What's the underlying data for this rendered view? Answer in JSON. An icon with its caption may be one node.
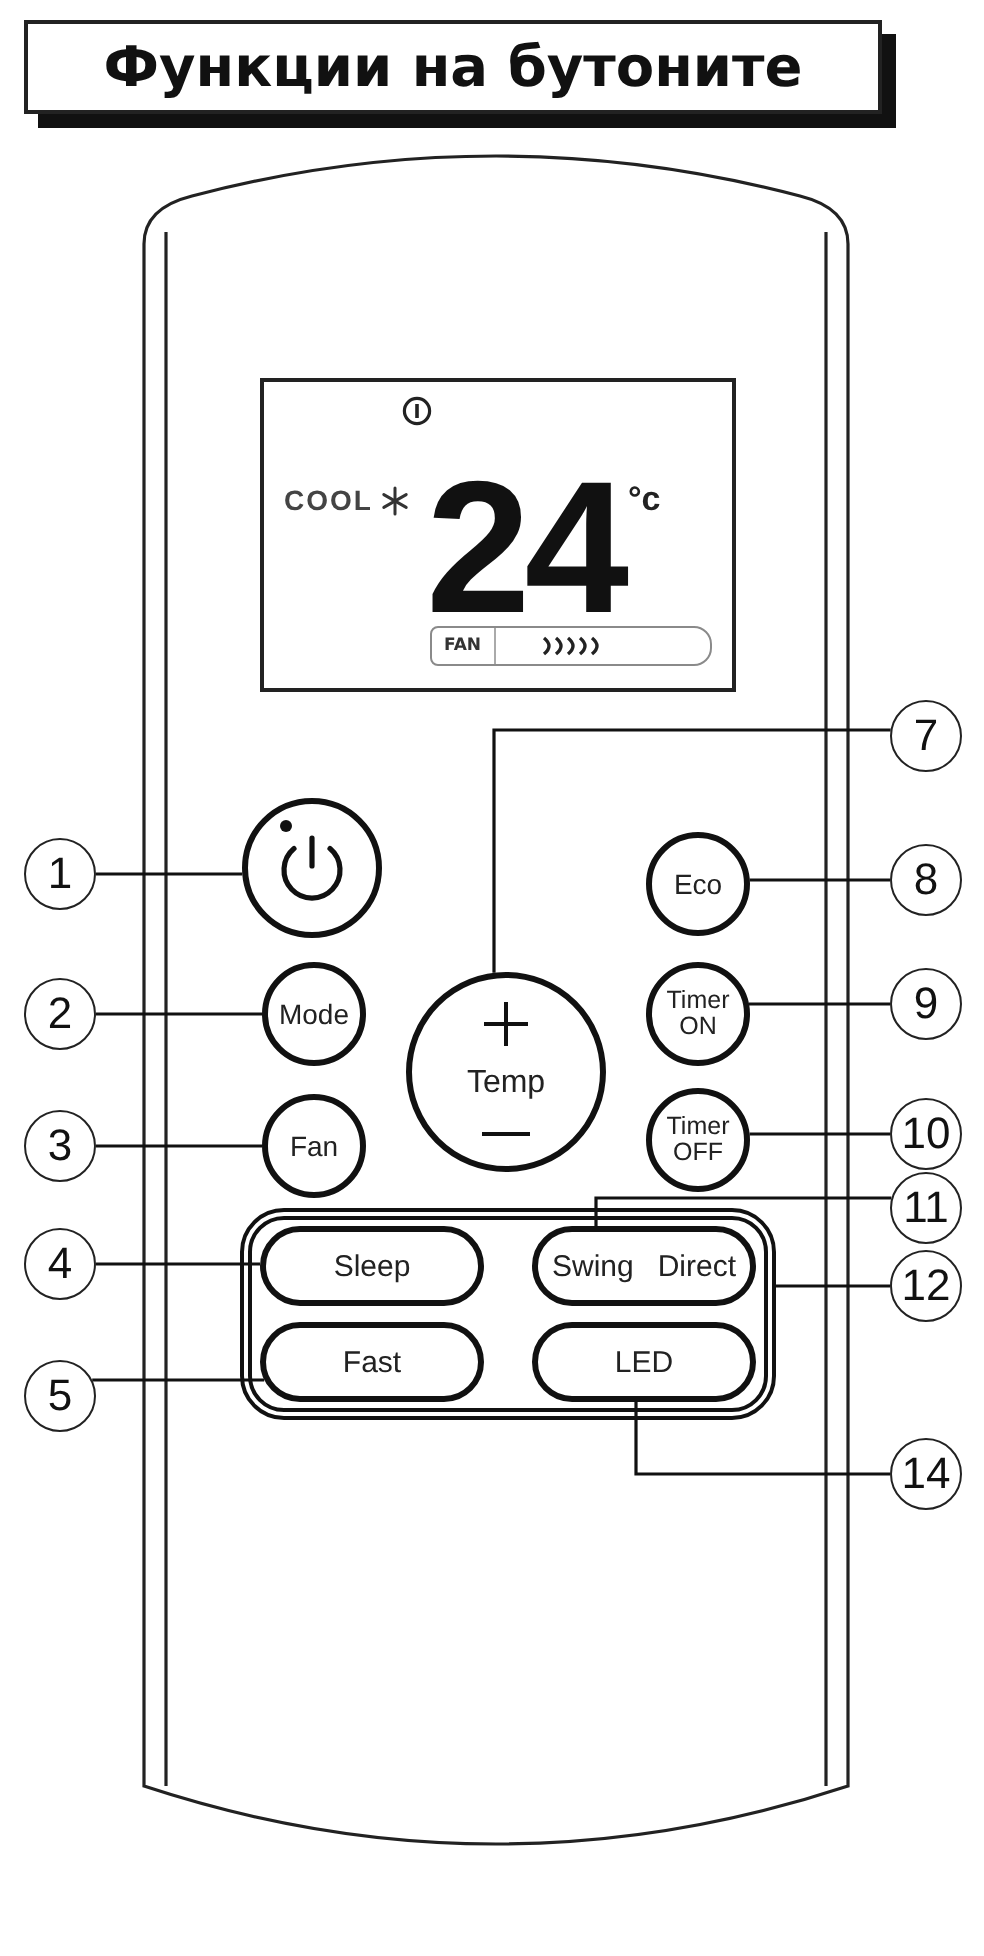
{
  "diagram": {
    "title": "Функции на бутоните",
    "nodes": [
      {
        "text": [
          "COOL",
          "24",
          "°c"
        ]
      },
      {
        "text": [
          "FAN"
        ],
        "in": 0
      },
      {
        "text": [
          "7"
        ]
      },
      {
        "text": [
          "1"
        ]
      },
      {
        "text": [],
        "shape": "circle"
      },
      {
        "text": [
          "Eco"
        ]
      },
      {
        "text": [
          "8"
        ]
      },
      {
        "text": [
          "2"
        ]
      },
      {
        "text": [
          "Mode"
        ]
      },
      {
        "text": [
          "Temp"
        ]
      },
      {
        "text": [
          "Timer ON"
        ]
      },
      {
        "text": [
          "9"
        ]
      },
      {
        "text": [
          "3"
        ]
      },
      {
        "text": [
          "Fan"
        ]
      },
      {
        "text": [
          "Timer OFF"
        ]
      },
      {
        "text": [
          "10"
        ]
      },
      {
        "text": [
          "11"
        ]
      },
      {
        "text": [],
        "shape": "box"
      },
      {
        "text": [
          "4"
        ]
      },
      {
        "text": [
          "Sleep"
        ],
        "in": 17
      },
      {
        "text": [
          "Swing",
          "Direct"
        ],
        "in": 17
      },
      {
        "text": [
          "12"
        ]
      },
      {
        "text": [
          "5"
        ]
      },
      {
        "text": [
          "Fast"
        ],
        "in": 17
      },
      {
        "text": [
          "LED"
        ],
        "in": 17
      },
      {
        "text": [
          "14"
        ]
      }
    ],
    "edges": [
      {
        "from": 3,
        "to": 4,
        "arrow": "none"
      },
      {
        "from": 7,
        "to": 8,
        "arrow": "none"
      },
      {
        "from": 12,
        "to": 13,
        "arrow": "none"
      },
      {
        "from": 18,
        "to": 19,
        "arrow": "none"
      },
      {
        "from": 22,
        "to": 23,
        "arrow": "none"
      },
      {
        "from": 2,
        "to": 9,
        "arrow": "none"
      },
      {
        "from": 6,
        "to": 5,
        "arrow": "none"
      },
      {
        "from": 11,
        "to": 10,
        "arrow": "none"
      },
      {
        "from": 15,
        "to": 14,
        "arrow": "none"
      },
      {
        "from": 16,
        "to": 20,
        "arrow": "none"
      },
      {
        "from": 21,
        "to": 17,
        "arrow": "none"
      },
      {
        "from": 25,
        "to": 24,
        "arrow": "none"
      }
    ]
  }
}
